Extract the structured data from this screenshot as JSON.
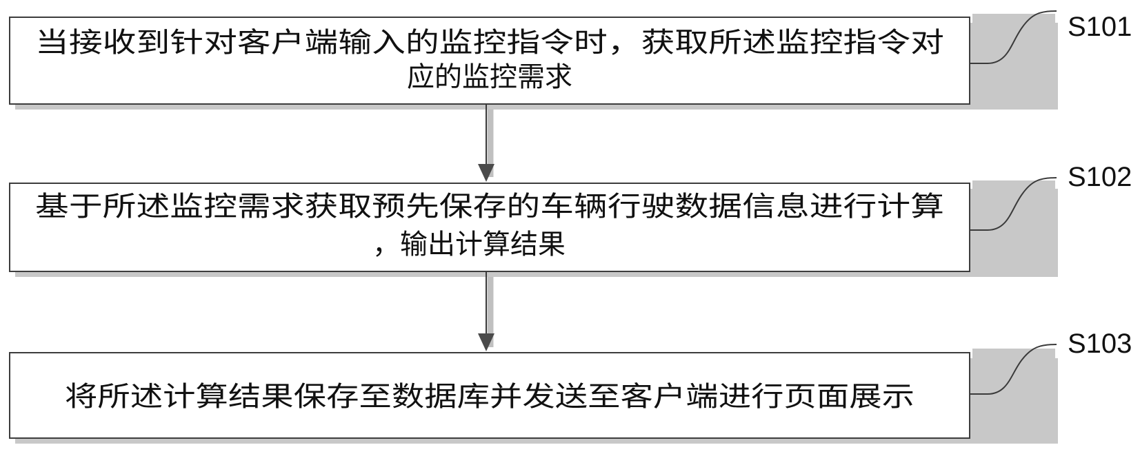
{
  "steps": [
    {
      "label": "S101",
      "lines": [
        "当接收到针对客户端输入的监控指令时，获取所述监控指令对",
        "应的监控需求"
      ]
    },
    {
      "label": "S102",
      "lines": [
        "基于所述监控需求获取预先保存的车辆行驶数据信息进行计算",
        "，输出计算结果"
      ]
    },
    {
      "label": "S103",
      "lines": [
        "将所述计算结果保存至数据库并发送至客户端进行页面展示"
      ]
    }
  ]
}
